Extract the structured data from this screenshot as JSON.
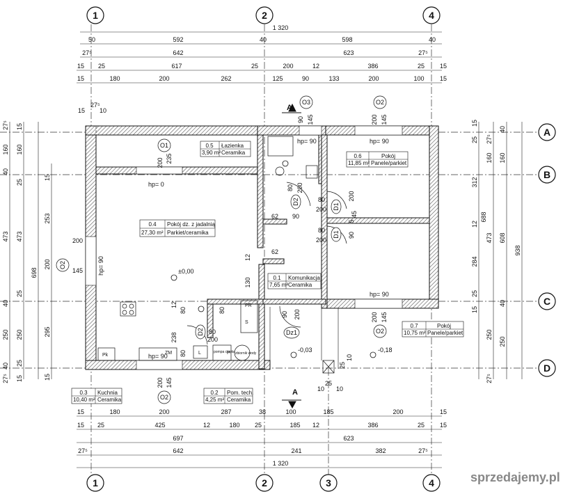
{
  "axes": {
    "columns": [
      "1",
      "2",
      "3",
      "4"
    ],
    "rows": [
      "A",
      "B",
      "C",
      "D"
    ]
  },
  "top_dims": {
    "total": "1 320",
    "r1": [
      "50",
      "592",
      "40",
      "598",
      "40"
    ],
    "r2": [
      "27⁵",
      "642",
      "623",
      "27⁵"
    ],
    "r3": [
      "15",
      "25",
      "617",
      "25",
      "200",
      "12",
      "386",
      "25",
      "15"
    ],
    "r4": [
      "15",
      "180",
      "200",
      "262",
      "125",
      "90",
      "133",
      "200",
      "100",
      "15"
    ]
  },
  "bottom_dims": {
    "total": "1 320",
    "r1": [
      "15",
      "180",
      "200",
      "287",
      "38",
      "100",
      "185",
      "200",
      "15"
    ],
    "r2": [
      "15",
      "25",
      "425",
      "12",
      "180",
      "25",
      "185",
      "12",
      "386",
      "25",
      "15"
    ],
    "r3": [
      "697",
      "623"
    ],
    "r4": [
      "27⁵",
      "642",
      "241",
      "382",
      "27⁵"
    ]
  },
  "left_dims": {
    "c1": [
      "27⁵",
      "160",
      "40",
      "473",
      "40",
      "250",
      "40",
      "27⁵"
    ],
    "c2": [
      "15",
      "160",
      "25",
      "473",
      "25",
      "250",
      "25",
      "15"
    ],
    "c3": [
      "15",
      "253",
      "200",
      "295",
      "15"
    ],
    "total": "698"
  },
  "right_dims": {
    "c1": [
      "15",
      "25",
      "312",
      "12",
      "284",
      "25",
      "15"
    ],
    "c2": [
      "27⁵",
      "160",
      "473",
      "250",
      "27⁵"
    ],
    "c3": [
      "40",
      "160",
      "608",
      "250",
      "40"
    ],
    "c4": "688",
    "total": "938"
  },
  "rooms": [
    {
      "no": "0.5",
      "name": "Łazienka",
      "area": "3,90 m²",
      "finish": "Ceramika"
    },
    {
      "no": "0.6",
      "name": "Pokój",
      "area": "11,85 m²",
      "finish": "Panele/parkiet"
    },
    {
      "no": "0.4",
      "name": "Pokój dz. z jadalnią",
      "area": "27,30 m²",
      "finish": "Parkiet/ceramika"
    },
    {
      "no": "0.1",
      "name": "Komunikacja",
      "area": "7,65 m²",
      "finish": "Ceramika"
    },
    {
      "no": "0.7",
      "name": "Pokój",
      "area": "10,75 m²",
      "finish": "Panele/parkiet"
    },
    {
      "no": "0.3",
      "name": "Kuchnia",
      "area": "10,40 m²",
      "finish": "Ceramika"
    },
    {
      "no": "0.2",
      "name": "Pom. tech.",
      "area": "4,25 m²",
      "finish": "Ceramika"
    }
  ],
  "windows": [
    {
      "tag": "O1",
      "w": "200",
      "h": "235",
      "hp": "hp= 0"
    },
    {
      "tag": "O2",
      "w": "200",
      "h": "145",
      "hp": "hp= 90"
    },
    {
      "tag": "O3",
      "w": "90",
      "h": "145",
      "hp": "hp= 90"
    },
    {
      "tag": "O2",
      "w": "200",
      "h": "145",
      "hp": "hp= 90"
    },
    {
      "tag": "O2",
      "w": "200",
      "h": "145",
      "hp": "hp= 90"
    },
    {
      "tag": "O2",
      "w": "200",
      "h": "145",
      "hp": "hp= 90"
    }
  ],
  "doors": [
    {
      "tag": "D2",
      "w": "80",
      "h": "200"
    },
    {
      "tag": "D1",
      "w": "80",
      "h": "200"
    },
    {
      "tag": "D1",
      "w": "80",
      "h": "200"
    },
    {
      "tag": "D2",
      "w": "80",
      "h": "200"
    },
    {
      "tag": "Dz1",
      "w": "90",
      "h": "200"
    }
  ],
  "misc": {
    "level0": "±0,00",
    "level1": "-0,03",
    "level2": "-0,18",
    "section": "A",
    "pompa": "pompa ciepła",
    "zbiornik": "zbiornik wody",
    "zm": "ZM",
    "pr": "PR",
    "s": "S",
    "p": "P",
    "l": "L",
    "pk": "Pk",
    "d62a": "62",
    "d90a": "90",
    "d62b": "62",
    "d130": "130",
    "d12a": "12",
    "d238": "238",
    "d80a": "80",
    "d80b": "80",
    "d12b": "12",
    "d80c": "80",
    "d25a": "25",
    "d10a": "10",
    "d25b": "25",
    "d10b": "10",
    "d10c": "10",
    "d15a": "15",
    "d10d": "10",
    "d27a": "27⁵",
    "d200b": "200",
    "d90b": "90",
    "d5": "5",
    "d45": "45"
  },
  "watermark": "sprzedajemy.pl"
}
